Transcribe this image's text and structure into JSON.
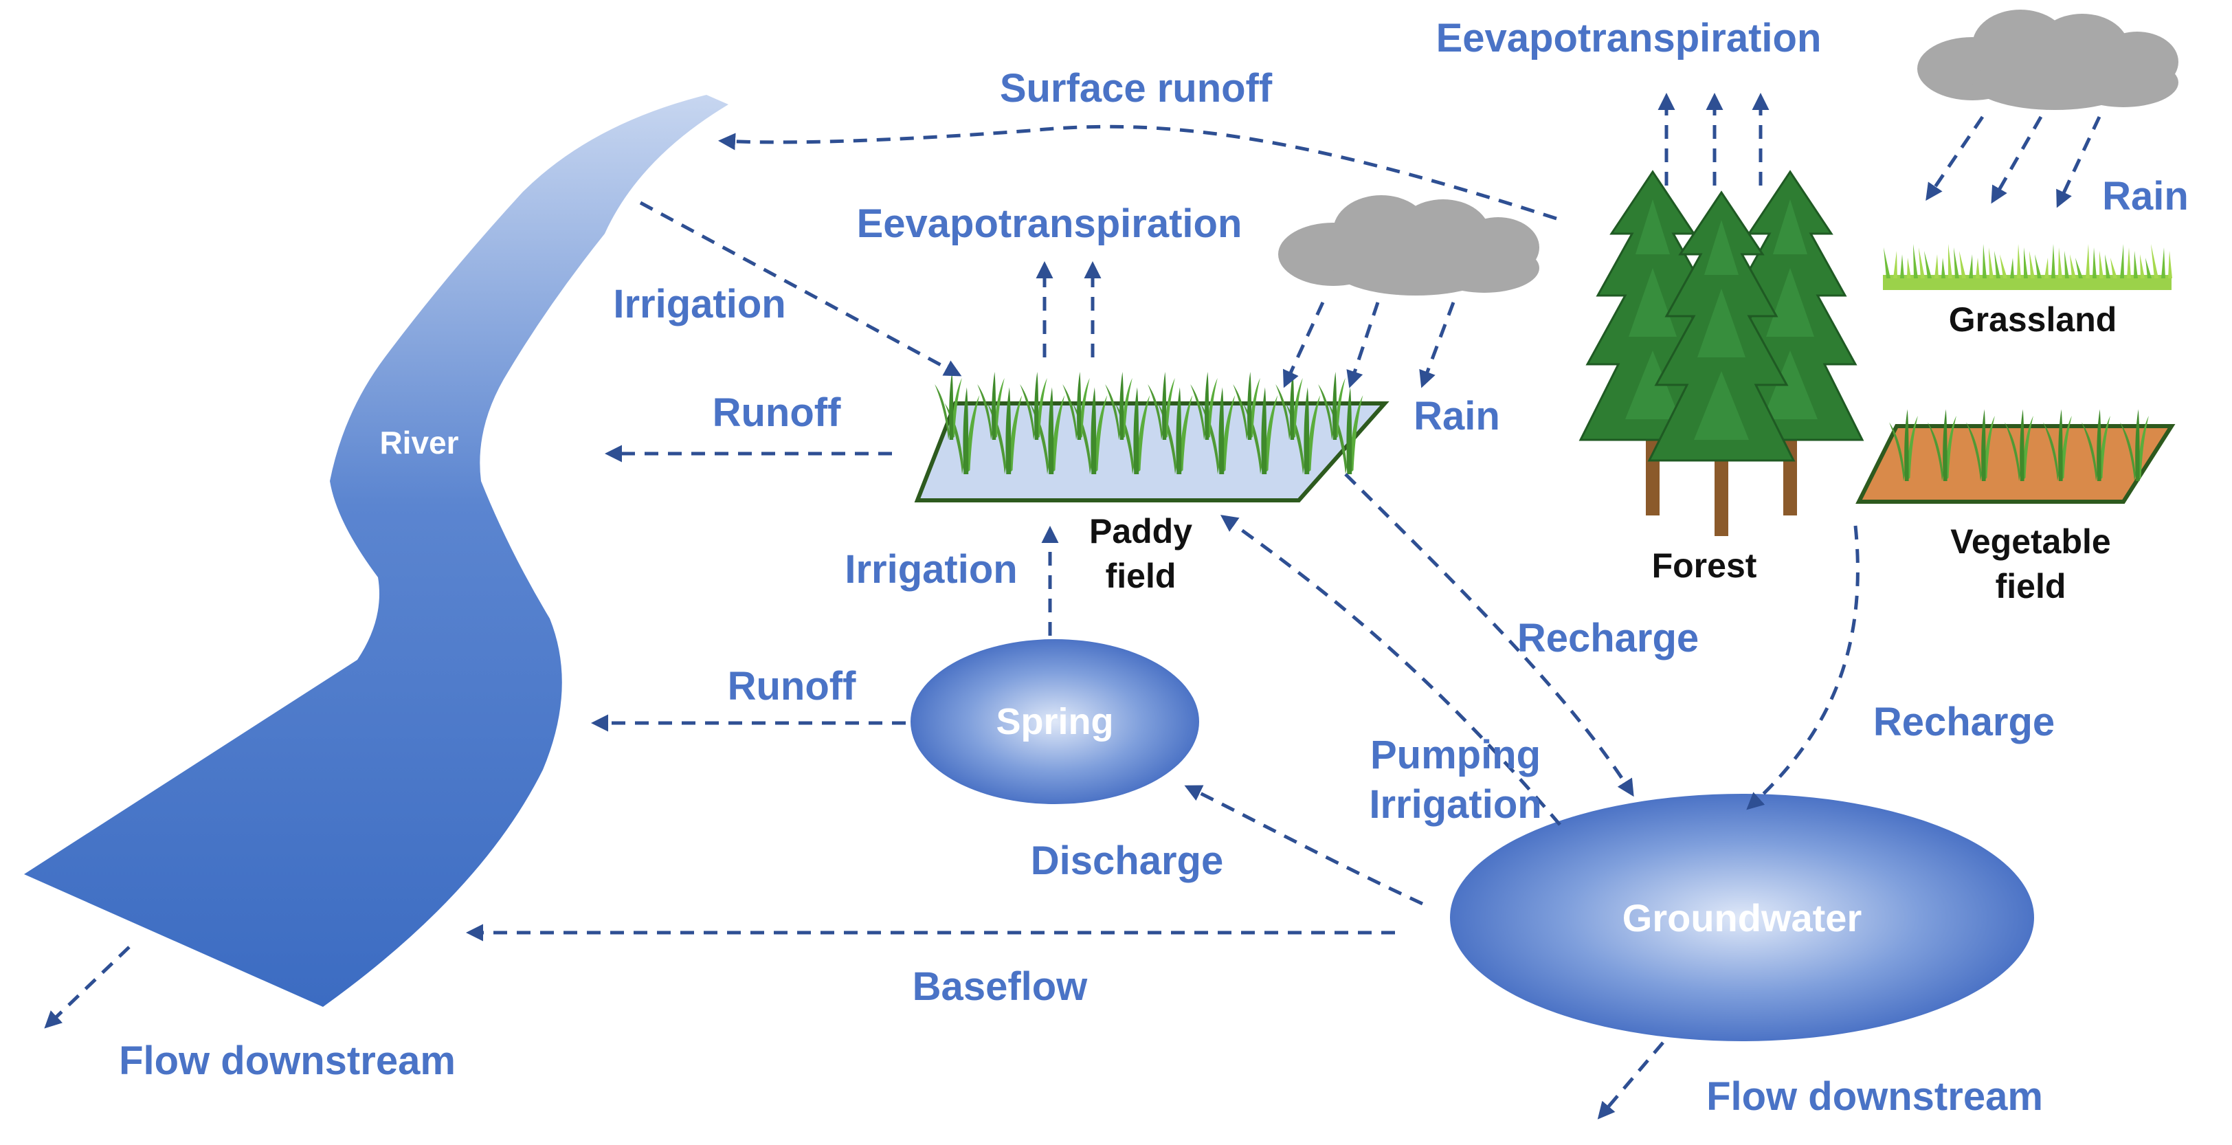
{
  "colors": {
    "label_blue": "#4a73c6",
    "arrow_blue": "#2e4f93",
    "water_blue": "#3f6fc4",
    "cloud_gray": "#a8a8a8",
    "tree_green": "#2e7d32",
    "trunk_brown": "#8b5a2b",
    "field_soil": "#d98a4a",
    "paddy_water": "#c9d8f0"
  },
  "icons": [
    "cloud-icon",
    "rain-arrow-icon",
    "tree-icon",
    "grass-icon",
    "paddy-field-icon",
    "vegetable-field-icon",
    "river-shape",
    "pool-ellipse"
  ],
  "labels": {
    "surface_runoff": "Surface runoff",
    "evap_top": "Eevapotranspiration",
    "evap_paddy": "Eevapotranspiration",
    "rain_top": "Rain",
    "rain_paddy": "Rain",
    "irrigation_river": "Irrigation",
    "irrigation_spring": "Irrigation",
    "runoff_paddy": "Runoff",
    "runoff_spring": "Runoff",
    "recharge_paddy": "Recharge",
    "recharge_vegetable": "Recharge",
    "pumping_irrigation_line1": "Pumping",
    "pumping_irrigation_line2": "Irrigation",
    "discharge": "Discharge",
    "baseflow": "Baseflow",
    "flow_downstream_river": "Flow downstream",
    "flow_downstream_groundwater": "Flow downstream"
  },
  "nodes": {
    "river": "River",
    "spring": "Spring",
    "groundwater": "Groundwater",
    "paddy_line1": "Paddy",
    "paddy_line2": "field",
    "forest": "Forest",
    "grassland": "Grassland",
    "vegetable_line1": "Vegetable",
    "vegetable_line2": "field"
  }
}
